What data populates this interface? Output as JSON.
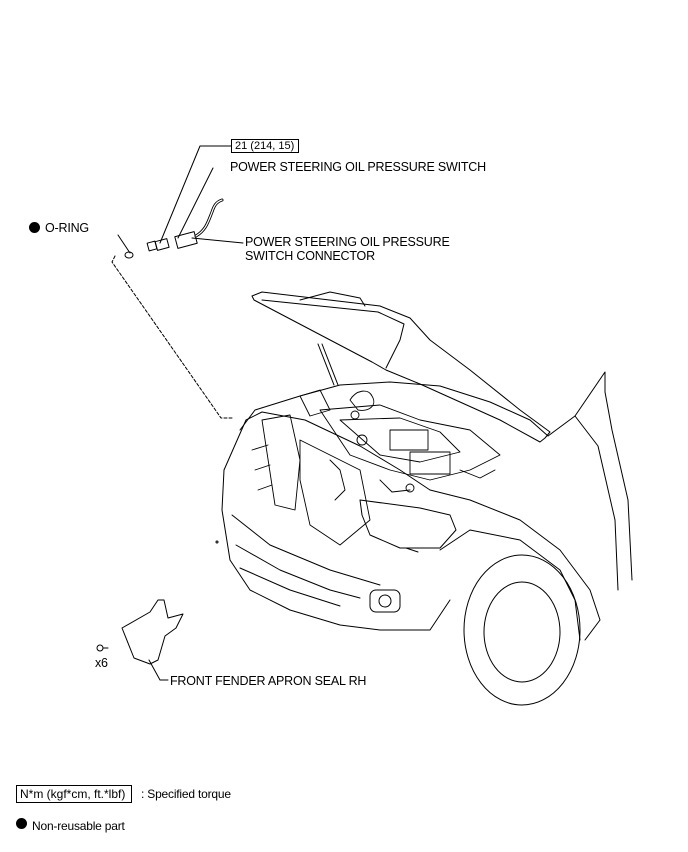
{
  "labels": {
    "torque": "21 (214, 15)",
    "switch": "POWER STEERING OIL PRESSURE SWITCH",
    "oring": "O-RING",
    "connector_line1": "POWER STEERING OIL PRESSURE",
    "connector_line2": "SWITCH CONNECTOR",
    "count": "x6",
    "apron_seal": "FRONT FENDER APRON SEAL RH"
  },
  "legend": {
    "torque_box": "N*m (kgf*cm, ft.*lbf)",
    "torque_text": ": Specified torque",
    "nonreusable_text": "Non-reusable part"
  }
}
